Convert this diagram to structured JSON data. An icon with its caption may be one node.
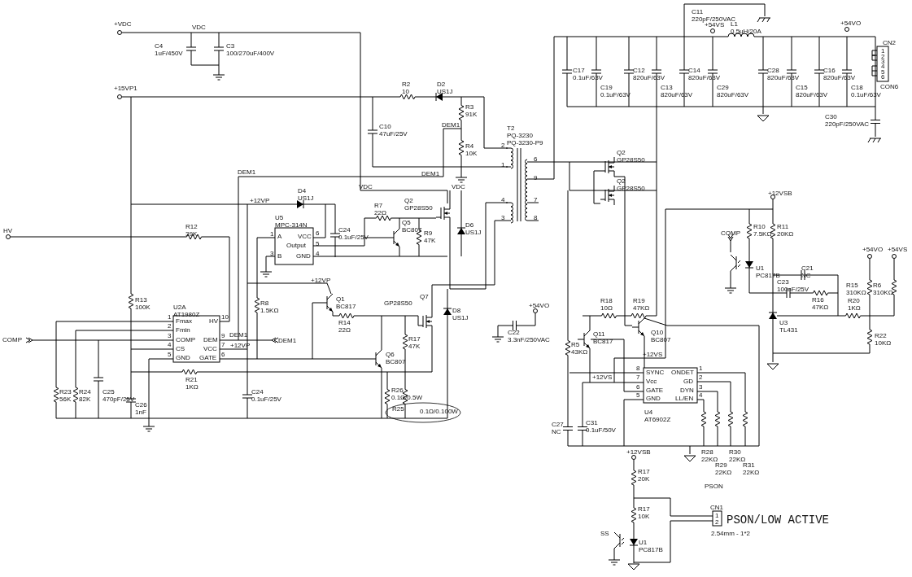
{
  "diagram": {
    "labels": [
      "+VDC",
      "VDC",
      "C4",
      "1uF/450V",
      "C3",
      "100/270uF/400V",
      "+15VP1",
      "R2",
      "10",
      "D2",
      "US1J",
      "R3",
      "91K",
      "C10",
      "47uF/25V",
      "DEM1",
      "T2",
      "PQ-3230",
      "PQ-3230-P9",
      "R4",
      "10K",
      "2",
      "6",
      "1",
      "9",
      "DEM1",
      "DEM1",
      "VDC",
      "VDC",
      "D4",
      "US1J",
      "+12VP",
      "4",
      "7",
      "R7",
      "22Ω",
      "Q2",
      "GP28S50",
      "3",
      "8",
      "HV",
      "R12",
      "39K",
      "U5",
      "MPC-314N",
      "C24",
      "D6",
      "US1J",
      "1",
      "A",
      "VCC",
      "6",
      "0.1uF/25V",
      "Q5",
      "BC807",
      "R9",
      "47K",
      "Output",
      "5",
      "3",
      "B",
      "GND",
      "4",
      "+12VP",
      "Q1",
      "BC817",
      "GP28S50",
      "Q7",
      "R8",
      "1.5KΩ",
      "R13",
      "100K",
      "D8",
      "US1J",
      "U2A",
      "AT1980Z",
      "R14",
      "22Ω",
      "1",
      "Fmax",
      "HV",
      "10",
      "2",
      "Fmin",
      "R17",
      "47K",
      "COMP",
      "3",
      "COMP",
      "DEM",
      "9",
      "DEM1",
      "DEM1",
      "4",
      "CS",
      "VCC",
      "7",
      "+12VP",
      "5",
      "GND",
      "GATE",
      "6",
      "Q6",
      "BC807",
      "R21",
      "1KΩ",
      "R23",
      "56K",
      "R24",
      "82K",
      "C25",
      "470pF/25V",
      "C26",
      "1nF",
      "C24",
      "0.1uF/25V",
      "R26",
      "0.1Ω/0.5W",
      "R25",
      "0.1Ω/0.100W",
      "C11",
      "220pF/250VAC",
      "+54VS",
      "L1",
      "0.5uH/20A",
      "+54VO",
      "CN2",
      "1",
      "2",
      "3",
      "4",
      "5",
      "6",
      "C17",
      "0.1uF/63V",
      "C19",
      "0.1uF/63V",
      "C12",
      "820uF/63V",
      "C13",
      "820uF/63V",
      "C14",
      "820uF/63V",
      "C29",
      "820uF/63V",
      "C28",
      "820uF/63V",
      "C15",
      "820uF/63V",
      "C16",
      "820uF/63V",
      "C18",
      "0.1uF/63V",
      "CON6",
      "C30",
      "220pF/250VAC",
      "Q2",
      "GP28S50",
      "Q2",
      "GP28S50",
      "+12VSB",
      "COMP",
      "R10",
      "7.5KΩ",
      "R11",
      "20KΩ",
      "U1",
      "PC817B",
      "+54VO",
      "+54VS",
      "C21",
      "NC",
      "C23",
      "100nF/25V",
      "R16",
      "47KΩ",
      "R15",
      "310KΩ",
      "R6",
      "310KΩ",
      "R18",
      "10Ω",
      "R19",
      "47KΩ",
      "+54VO",
      "R20",
      "1KΩ",
      "U3",
      "TL431",
      "C22",
      "3.3nF/250VAC",
      "Q11",
      "BC817",
      "Q10",
      "BC807",
      "R22",
      "10KΩ",
      "R5",
      "43KΩ",
      "+12VS",
      "8",
      "SYNC",
      "ONDET",
      "1",
      "+12VS",
      "7",
      "Vcc",
      "GD",
      "2",
      "6",
      "GATE",
      "DYN",
      "3",
      "5",
      "GND",
      "LL/EN",
      "4",
      "U4",
      "AT6902Z",
      "C27",
      "NC",
      "C31",
      "0.1uF/50V",
      "R28",
      "22KΩ",
      "R29",
      "22KΩ",
      "R30",
      "22KΩ",
      "R31",
      "22KΩ",
      "+12VSB",
      "R17",
      "20K",
      "PSON",
      "R17",
      "10K",
      "CN1",
      "1",
      "2",
      "PSON/LOW ACTIVE",
      "SS",
      "2.54mm - 1*2",
      "U1",
      "PC817B"
    ]
  }
}
